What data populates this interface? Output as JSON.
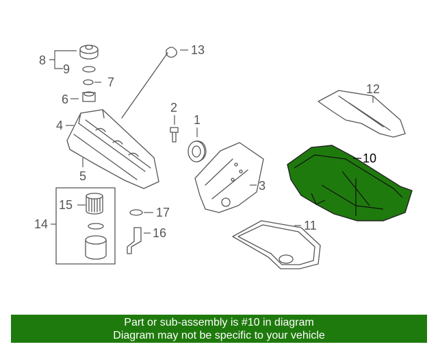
{
  "callouts": [
    "8",
    "9",
    "7",
    "6",
    "4",
    "5",
    "13",
    "2",
    "1",
    "3",
    "12",
    "10",
    "11",
    "15",
    "14",
    "17",
    "16"
  ],
  "banner": {
    "line1": "Part or sub-assembly is #10 in diagram",
    "line2": "Diagram may not be specific to your vehicle"
  },
  "highlighted_part": "10",
  "colors": {
    "highlight_fill": "#1f7a0d",
    "line": "#555555",
    "banner": "#1f7a0d"
  }
}
